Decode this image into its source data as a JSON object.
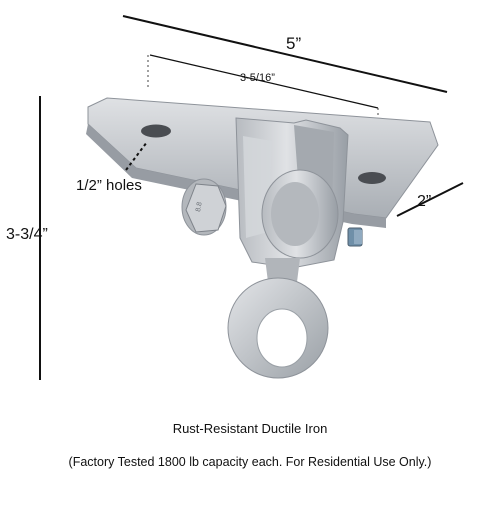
{
  "dimensions": {
    "width": "5”",
    "inner_width": "3-5/16”",
    "holes": "1/2” holes",
    "depth": "2”",
    "height": "3-3/4”"
  },
  "bolt_marking": "8.8",
  "caption": {
    "material": "Rust-Resistant Ductile Iron",
    "note": "(Factory Tested 1800 lb capacity each.  For Residential Use Only.)"
  },
  "colors": {
    "metal": "#c9ccd0",
    "metal_shadow": "#9ea3a9",
    "metal_highlight": "#e4e6e9",
    "line": "#111111",
    "text": "#111111"
  }
}
